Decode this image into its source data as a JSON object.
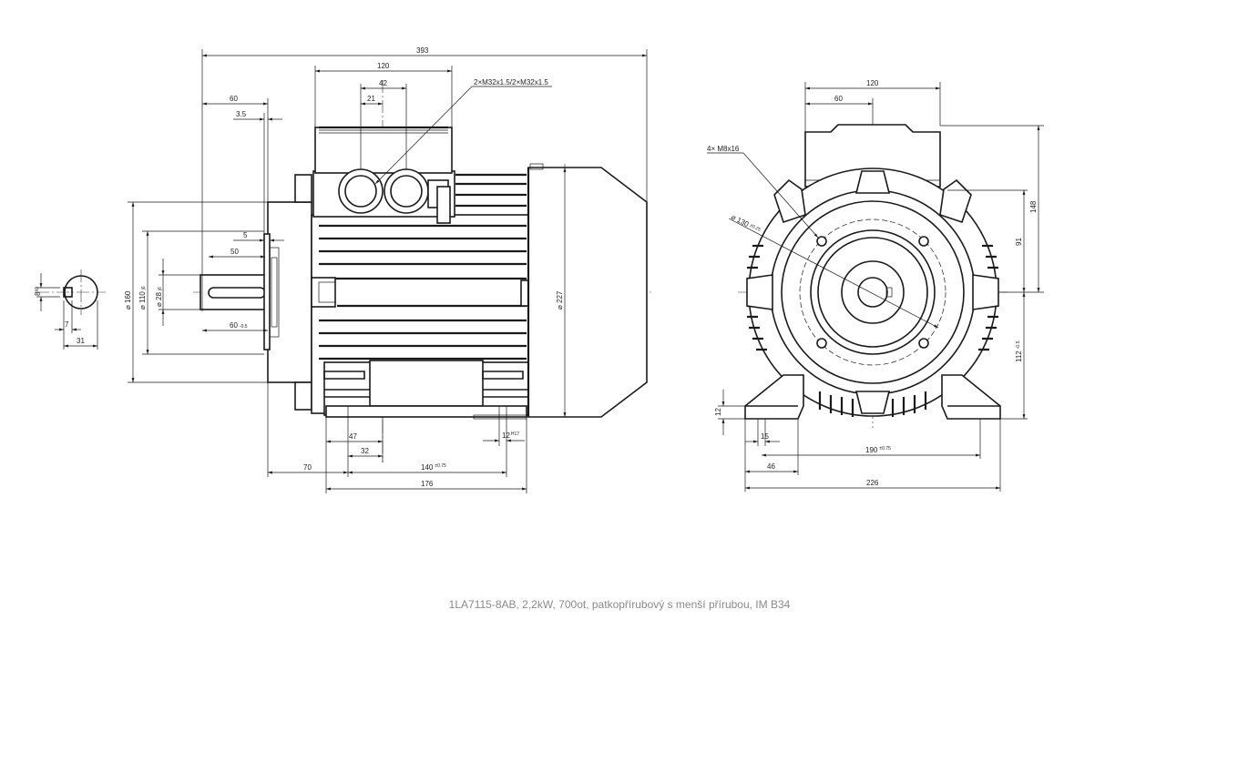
{
  "caption": "1LA7115-8AB,  2,2kW, 700ot, patkopřírubový s menší přírubou, IM B34",
  "side_view": {
    "dims": {
      "overall_length": "393",
      "terminal_box_width": "120",
      "gland_spacing": "42",
      "gland_offset": "21",
      "cable_glands": "2×M32x1.5/2×M32x1.5",
      "shaft_length": "60",
      "flange_thickness": "3.5",
      "flange_gap": "5",
      "key_length": "50",
      "shaft_fit_length": "60",
      "shaft_fit_tol": "-0.5",
      "flange_diameter": "⌀ 160",
      "spigot_diameter": "⌀ 110",
      "spigot_tol": "j6",
      "shaft_diameter": "⌀ 28",
      "shaft_tol": "j6",
      "fan_cover_diameter": "⌀ 227",
      "foot_offset": "47",
      "box_offset": "32",
      "flange_to_foot": "70",
      "foot_hole_spacing": "140",
      "foot_hole_tol": "±0.75",
      "foot_length": "176",
      "foot_hole_diameter": "12",
      "foot_hole_diameter_tol": "H17"
    }
  },
  "shaft_section": {
    "dims": {
      "key_width": "8",
      "key_width_tol": "h9",
      "key_depth": "7",
      "shaft_height": "31"
    }
  },
  "end_view": {
    "dims": {
      "box_width": "120",
      "box_half": "60",
      "bolts": "4× M8x16",
      "pcd": "⌀ 130",
      "pcd_tol": "±0.25",
      "box_height": "148",
      "box_to_axis": "91",
      "axis_height": "112",
      "axis_height_tol": "-0.5",
      "foot_thickness": "12",
      "foot_hole_offset": "15",
      "foot_track": "190",
      "foot_track_tol": "±0.75",
      "foot_edge": "46",
      "foot_width": "226"
    }
  }
}
